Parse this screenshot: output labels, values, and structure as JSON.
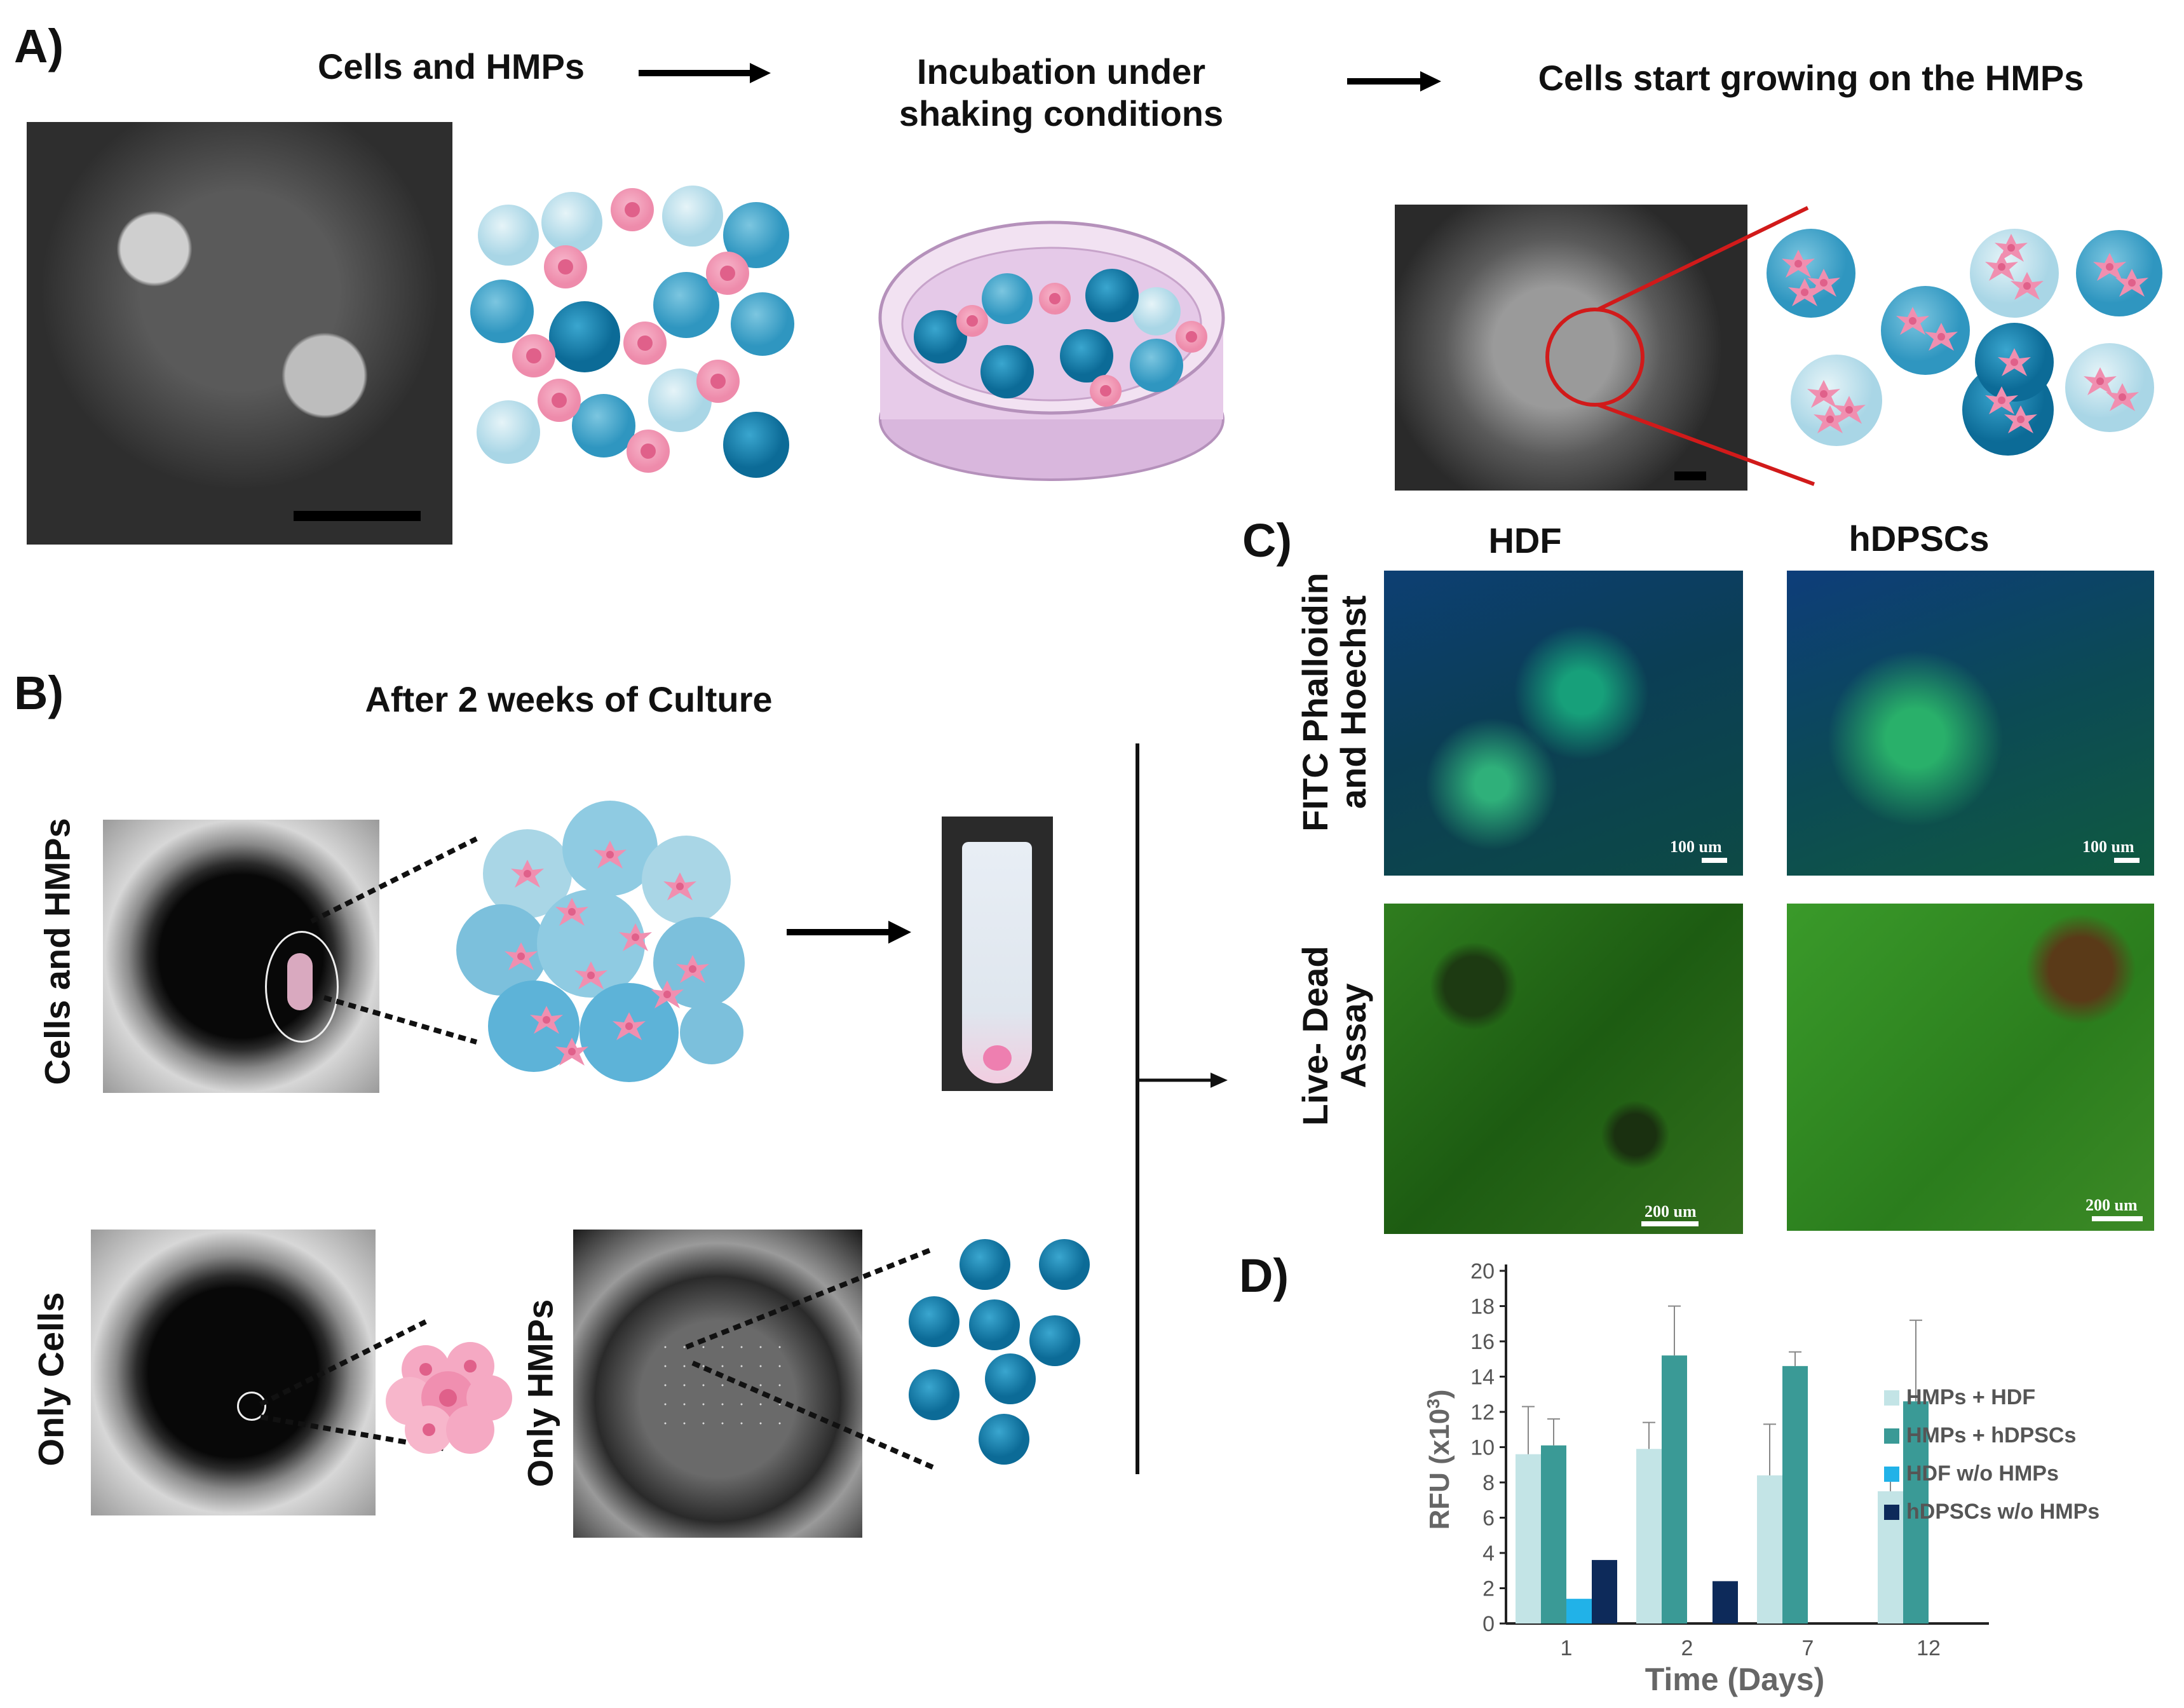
{
  "panel_a": {
    "label": "A)",
    "step1": "Cells and HMPs",
    "step2_line1": "Incubation under",
    "step2_line2": "shaking conditions",
    "step3": "Cells start growing on the HMPs"
  },
  "panel_b": {
    "label": "B)",
    "title": "After 2 weeks of Culture",
    "row1_label": "Cells and HMPs",
    "row2_label": "Only Cells",
    "row3_label": "Only HMPs"
  },
  "panel_c": {
    "label": "C)",
    "col1": "HDF",
    "col2": "hDPSCs",
    "row1_line1": "FITC Phalloidin",
    "row1_line2": "and Hoechst",
    "row2_line1": "Live- Dead",
    "row2_line2": "Assay",
    "scale_top": "100 um",
    "scale_bottom": "200 um"
  },
  "panel_d": {
    "label": "D)"
  },
  "colors": {
    "hmp_light": "#bfe3ee",
    "hmp_mid": "#3aa0c8",
    "hmp_dark": "#1179a8",
    "cell_pink": "#f08fb0",
    "cell_core": "#e0608a",
    "red_zoom": "#d11a1a"
  },
  "chart_data": {
    "type": "bar",
    "xlabel": "Time (Days)",
    "ylabel": "RFU (x10",
    "ylabel_sup": "3",
    "ylabel_close": ")",
    "ylim": [
      0,
      20
    ],
    "yticks": [
      0,
      2,
      4,
      6,
      8,
      10,
      12,
      14,
      16,
      18,
      20
    ],
    "categories": [
      "1",
      "2",
      "7",
      "12"
    ],
    "grid": false,
    "legend_position": "right",
    "series": [
      {
        "name": "HMPs + HDF",
        "color": "#c3e4e6",
        "values": [
          9.6,
          9.9,
          8.4,
          7.5
        ],
        "errors": [
          2.7,
          1.5,
          2.9,
          0.8
        ]
      },
      {
        "name": "HMPs + hDPSCs",
        "color": "#3a9a96",
        "values": [
          10.1,
          15.2,
          14.6,
          12.6
        ],
        "errors": [
          1.5,
          2.8,
          0.8,
          4.6
        ]
      },
      {
        "name": "HDF w/o HMPs",
        "color": "#21b2e8",
        "values": [
          1.4,
          0,
          0,
          0
        ],
        "errors": [
          0,
          0,
          0,
          0
        ]
      },
      {
        "name": "hDPSCs w/o HMPs",
        "color": "#0d2a5a",
        "values": [
          3.6,
          2.4,
          0,
          0
        ],
        "errors": [
          0,
          0,
          0,
          0
        ]
      }
    ]
  }
}
